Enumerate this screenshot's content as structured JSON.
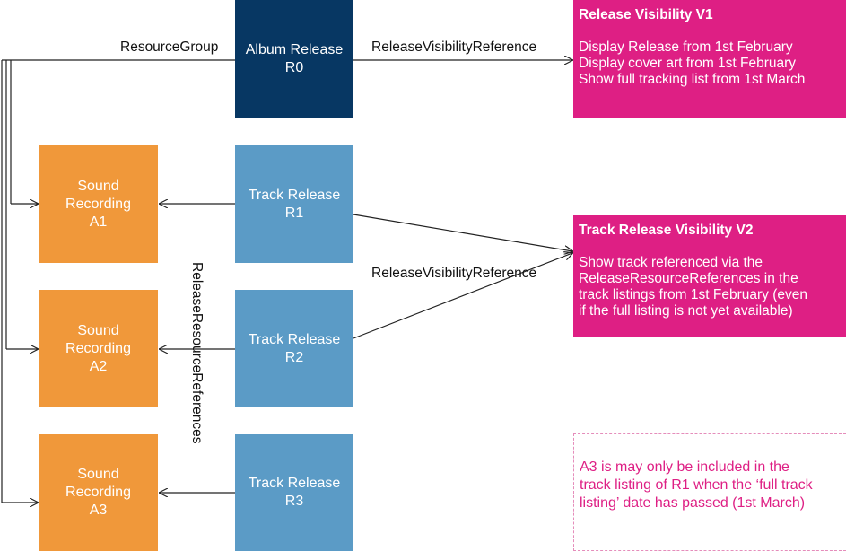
{
  "album": {
    "line1": "Album Release",
    "line2": "R0"
  },
  "tracks": [
    {
      "line1": "Track Release",
      "line2": "R1"
    },
    {
      "line1": "Track Release",
      "line2": "R2"
    },
    {
      "line1": "Track Release",
      "line2": "R3"
    }
  ],
  "sounds": [
    {
      "line1": "Sound",
      "line2": "Recording",
      "line3": "A1"
    },
    {
      "line1": "Sound",
      "line2": "Recording",
      "line3": "A2"
    },
    {
      "line1": "Sound",
      "line2": "Recording",
      "line3": "A3"
    }
  ],
  "labels": {
    "resource_group": "ResourceGroup",
    "release_visibility_ref_top": "ReleaseVisibilityReference",
    "release_visibility_ref_mid": "ReleaseVisibilityReference",
    "release_resource_refs": "ReleaseResourceReferences"
  },
  "visibility_v1": {
    "title": "Release Visibility V1",
    "lines": [
      "Display Release from 1st February",
      "Display cover art from 1st February",
      "Show full tracking list from 1st March"
    ]
  },
  "visibility_v2": {
    "title": "Track Release Visibility V2",
    "lines": [
      "Show track referenced via the",
      "ReleaseResourceReferences in the",
      "track listings from 1st February (even",
      "if the full listing is not yet available)"
    ]
  },
  "note": {
    "lines": [
      "A3 is may only be included in the",
      "track listing of R1 when the ‘full track",
      "listing’ date has passed (1st March)"
    ]
  },
  "colors": {
    "album": "#073763",
    "track": "#5b9bc6",
    "sound": "#f0983a",
    "visibility": "#de1f84",
    "line": "#222222"
  }
}
